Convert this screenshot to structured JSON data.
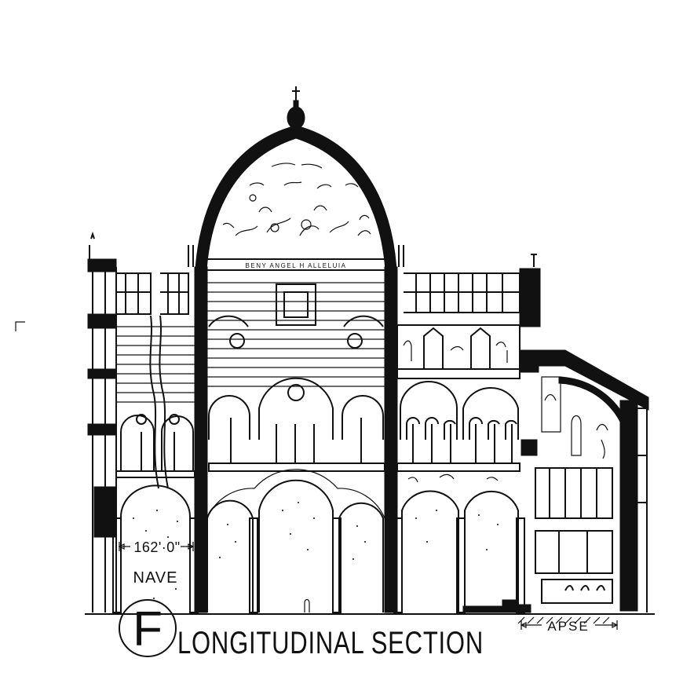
{
  "drawing": {
    "letter": "F",
    "title": "LONGITUDINAL SECTION",
    "dome_inscription": "BENY ANGEL H ALLELUIA",
    "labels": {
      "dimension": "162'·0\"",
      "nave": "NAVE",
      "apse": "APSE"
    },
    "ink_color": "#111111",
    "paper_color": "#ffffff"
  }
}
